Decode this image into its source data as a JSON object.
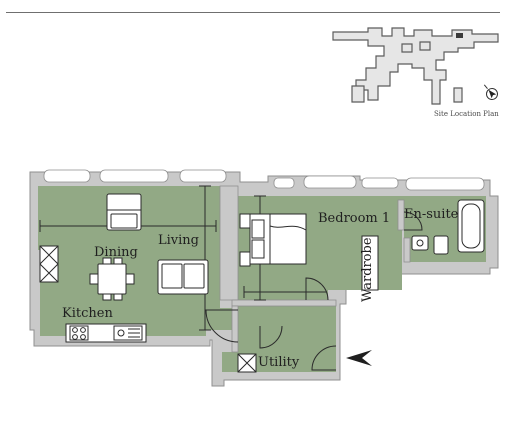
{
  "plan": {
    "site_caption": "Site Location Plan",
    "rooms": {
      "living": "Living",
      "dining": "Dining",
      "kitchen": "Kitchen",
      "bedroom": "Bedroom 1",
      "ensuite": "En-suite",
      "wardrobe": "Wardrobe",
      "utility": "Utility"
    },
    "icons": {
      "north": "compass-north-arrow-icon",
      "entrance": "entrance-arrow-icon"
    },
    "colors": {
      "floor": "#92a985",
      "wall": "#c9c9c9",
      "wall_edge": "#8f8f8f",
      "furniture": "#ffffff",
      "line": "#2b2b2b",
      "site_plan": "#5c5c5c"
    }
  }
}
